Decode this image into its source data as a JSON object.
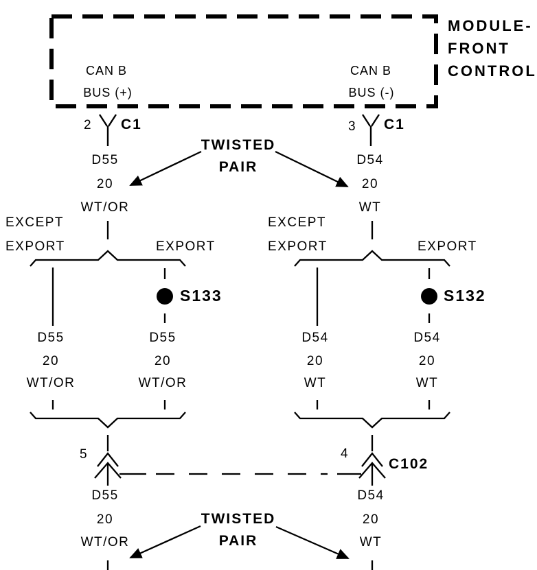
{
  "colors": {
    "ink": "#000000",
    "paper": "#ffffff"
  },
  "module": {
    "label_lines": [
      "MODULE-",
      "FRONT",
      "CONTROL"
    ],
    "left_signal_line1": "CAN B",
    "left_signal_line2": "BUS (+)",
    "right_signal_line1": "CAN B",
    "right_signal_line2": "BUS (-)",
    "left_pin": "2",
    "left_connector": "C1",
    "right_pin": "3",
    "right_connector": "C1"
  },
  "twisted_pair_top": {
    "line1": "TWISTED",
    "line2": "PAIR"
  },
  "twisted_pair_bottom": {
    "line1": "TWISTED",
    "line2": "PAIR"
  },
  "top_wire_left": {
    "circuit": "D55",
    "gauge": "20",
    "color": "WT/OR"
  },
  "top_wire_right": {
    "circuit": "D54",
    "gauge": "20",
    "color": "WT"
  },
  "branch_left": {
    "except_line1": "EXCEPT",
    "except_line2": "EXPORT",
    "export_label": "EXPORT",
    "splice_id": "S133"
  },
  "branch_right": {
    "except_line1": "EXCEPT",
    "except_line2": "EXPORT",
    "export_label": "EXPORT",
    "splice_id": "S132"
  },
  "mid_wire_left_except": {
    "circuit": "D55",
    "gauge": "20",
    "color": "WT/OR"
  },
  "mid_wire_left_export": {
    "circuit": "D55",
    "gauge": "20",
    "color": "WT/OR"
  },
  "mid_wire_right_except": {
    "circuit": "D54",
    "gauge": "20",
    "color": "WT"
  },
  "mid_wire_right_export": {
    "circuit": "D54",
    "gauge": "20",
    "color": "WT"
  },
  "inline_connector": {
    "left_pin": "5",
    "right_pin": "4",
    "id": "C102"
  },
  "bottom_wire_left": {
    "circuit": "D55",
    "gauge": "20",
    "color": "WT/OR"
  },
  "bottom_wire_right": {
    "circuit": "D54",
    "gauge": "20",
    "color": "WT"
  }
}
